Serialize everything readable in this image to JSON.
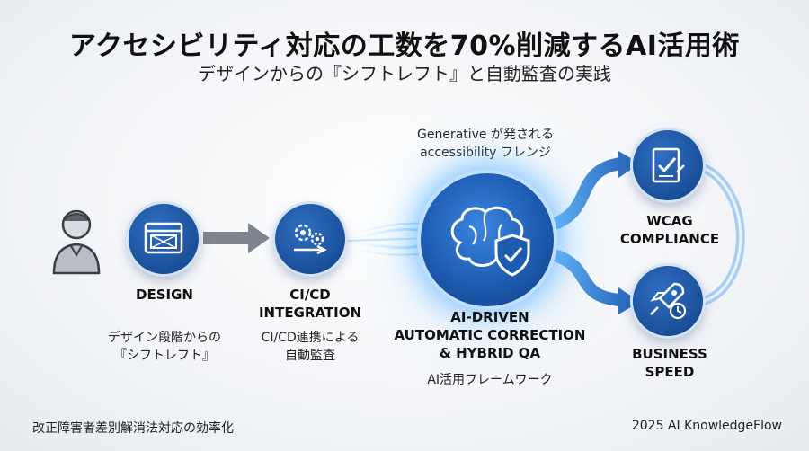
{
  "title": "アクセシビリティ対応の工数を70%削減するAI活用術",
  "subtitle": "デザインからの『シフトレフト』と自動監査の実践",
  "steps": {
    "design": {
      "title": "DESIGN",
      "desc": [
        "デザイン段階からの",
        "『シフトレフト』"
      ]
    },
    "cicd": {
      "title": [
        "CI/CD",
        "INTEGRATION"
      ],
      "desc": [
        "CI/CD連携による",
        "自動監査"
      ]
    },
    "ai": {
      "title": [
        "AI-DRIVEN",
        "AUTOMATIC CORRECTION",
        "& HYBRID QA"
      ],
      "desc": "AI活用フレームワーク",
      "note": [
        "Generative が発される",
        "accessibility フレンジ"
      ]
    },
    "wcag": {
      "title": [
        "WCAG",
        "COMPLIANCE"
      ]
    },
    "speed": {
      "title": [
        "BUSINESS",
        "SPEED"
      ]
    }
  },
  "footer": {
    "left": "改正障害者差別解消法対応の効率化",
    "right": "2025 AI KnowledgeFlow"
  },
  "colors": {
    "node": "#1a4f9a",
    "glow": "#6fc3ff",
    "arrow": "#8d949e",
    "flow": "#3f7fd0"
  },
  "icons": [
    "user-icon",
    "browser-icon",
    "gears-icon",
    "brain-shield-icon",
    "checklist-icon",
    "rocket-clock-icon"
  ]
}
